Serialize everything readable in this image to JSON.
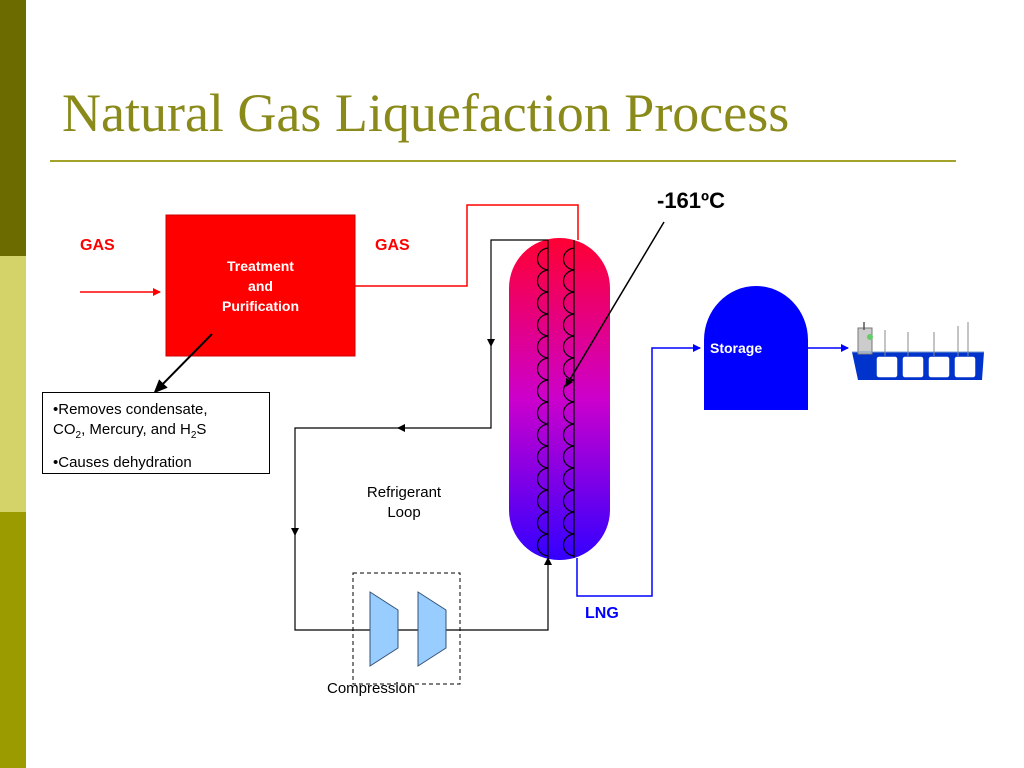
{
  "title": "Natural Gas Liquefaction Process",
  "labels": {
    "gas_in": "GAS",
    "gas_out": "GAS",
    "treatment_line1": "Treatment",
    "treatment_line2": "and",
    "treatment_line3": "Purification",
    "temperature": "-161ºC",
    "storage": "Storage",
    "refrigerant_line1": "Refrigerant",
    "refrigerant_line2": "Loop",
    "lng": "LNG",
    "compression": "Compression"
  },
  "notes": {
    "bullet1_prefix": "•Removes condensate,",
    "bullet1_co": "CO",
    "bullet1_co_sub": "2",
    "bullet1_mid": ", Mercury, and H",
    "bullet1_h_sub": "2",
    "bullet1_end": "S",
    "bullet2": "•Causes dehydration"
  },
  "colors": {
    "bar_dark": "#6b6b00",
    "bar_light": "#d4d36a",
    "bar_mid": "#9b9b00",
    "title": "#8a8a1a",
    "rule": "#a3a32a",
    "red": "#ff0000",
    "blue": "#0000ff",
    "compressor": "#99ccff"
  }
}
